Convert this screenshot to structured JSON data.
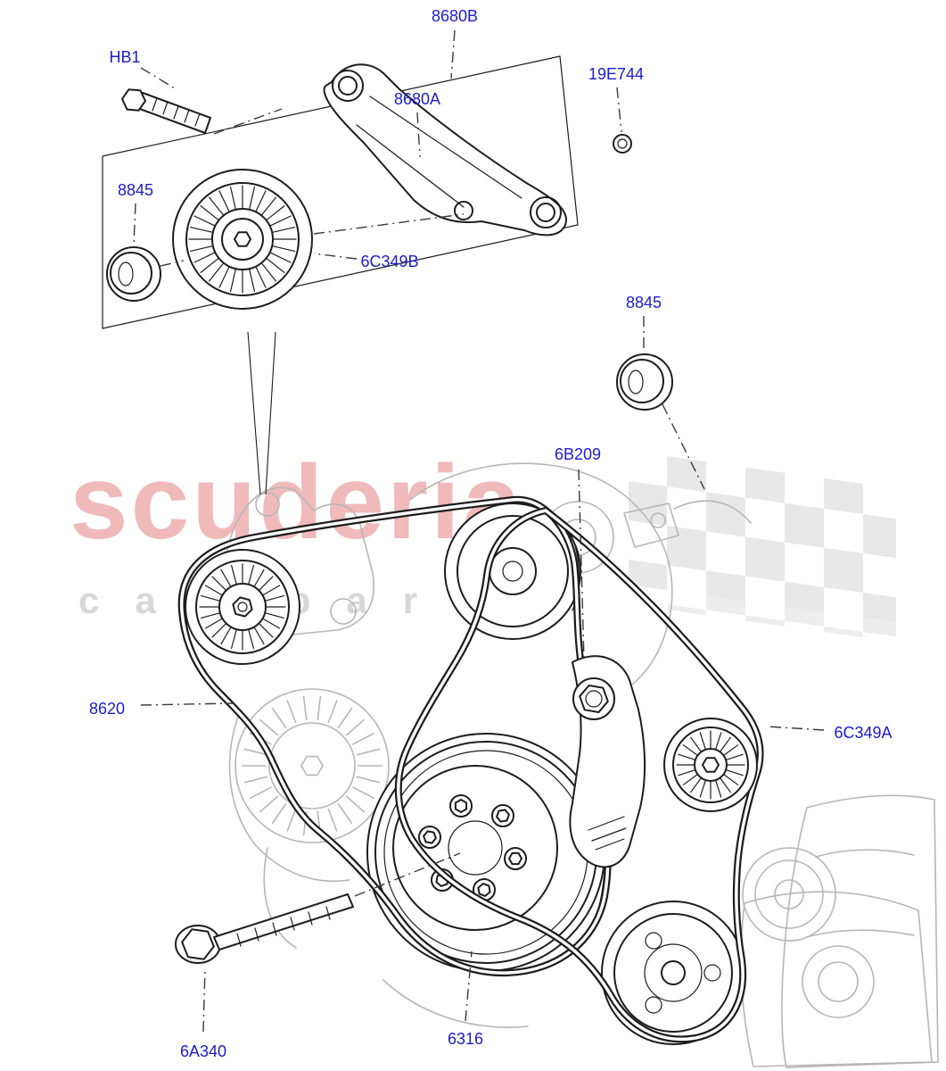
{
  "watermark": {
    "brand": "scuderia",
    "tagline": "car parts"
  },
  "colors": {
    "part_label": "#1c1ccd",
    "line_ink": "#1d1d1d",
    "line_ghost": "#b6b6b6",
    "watermark_brand": "#d95353",
    "watermark_tagline": "#828282",
    "background": "#ffffff"
  },
  "parts": [
    {
      "id": "8680B",
      "label": "8680B"
    },
    {
      "id": "HB1",
      "label": "HB1"
    },
    {
      "id": "8680A",
      "label": "8680A"
    },
    {
      "id": "19E744",
      "label": "19E744"
    },
    {
      "id": "8845-upper",
      "label": "8845"
    },
    {
      "id": "6C349B",
      "label": "6C349B"
    },
    {
      "id": "8845-right",
      "label": "8845"
    },
    {
      "id": "6B209",
      "label": "6B209"
    },
    {
      "id": "8620",
      "label": "8620"
    },
    {
      "id": "6C349A",
      "label": "6C349A"
    },
    {
      "id": "6A340",
      "label": "6A340"
    },
    {
      "id": "6316",
      "label": "6316"
    }
  ]
}
